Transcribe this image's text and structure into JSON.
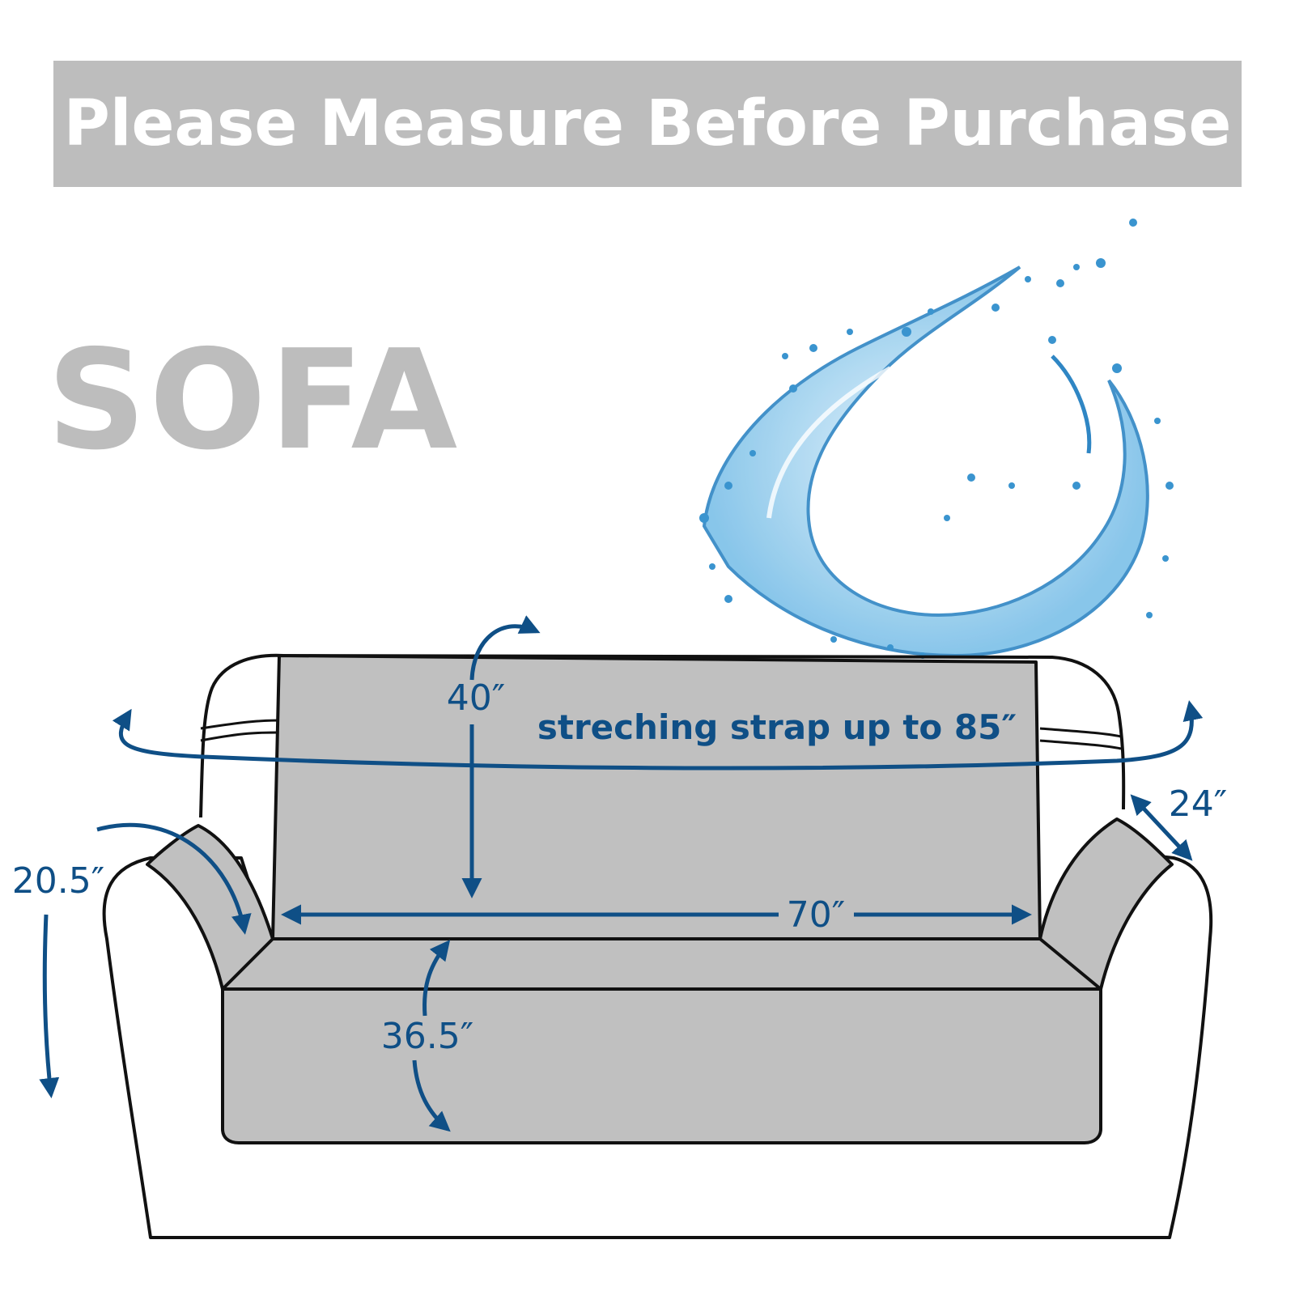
{
  "banner": {
    "title": "Please Measure Before Purchase"
  },
  "product": {
    "label": "SOFA"
  },
  "measurements": {
    "back_height": "40″",
    "strap": "streching strap up to 85″",
    "arm_depth": "24″",
    "arm_height": "20.5″",
    "seat_width": "70″",
    "seat_depth": "36.5″"
  },
  "colors": {
    "banner": "#bdbdbd",
    "cover": "#c0c0c0",
    "accent": "#0f4f86",
    "water": "#4a9fd4"
  }
}
